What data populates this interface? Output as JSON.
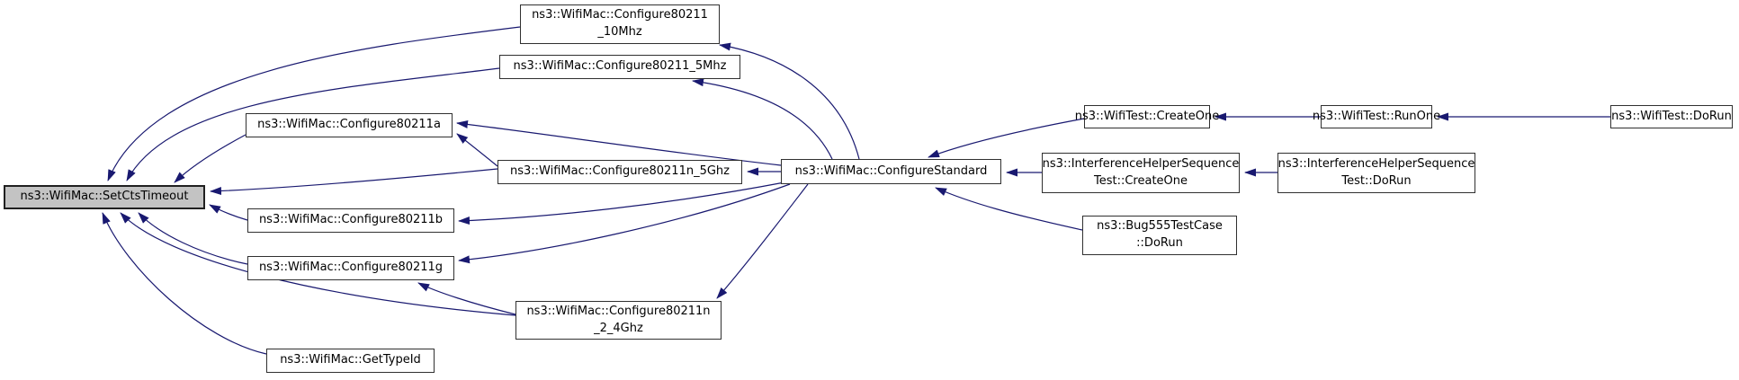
{
  "diagram": {
    "kind": "doxygen-caller-graph",
    "root_function": "ns3::WifiMac::SetCtsTimeout",
    "colors": {
      "edge": "#191970",
      "node_border": "#303030",
      "node_fill": "#ffffff",
      "root_node_fill": "#c3c3c3",
      "background": "#ffffff",
      "text": "#000000"
    }
  },
  "nodes": {
    "set_cts_timeout": {
      "label": "ns3::WifiMac::SetCtsTimeout"
    },
    "configure80211_10mhz": {
      "label": "ns3::WifiMac::Configure80211\n_10Mhz"
    },
    "configure80211_5mhz": {
      "label": "ns3::WifiMac::Configure80211_5Mhz"
    },
    "configure80211a": {
      "label": "ns3::WifiMac::Configure80211a"
    },
    "configure80211n_5ghz": {
      "label": "ns3::WifiMac::Configure80211n_5Ghz"
    },
    "configure80211b": {
      "label": "ns3::WifiMac::Configure80211b"
    },
    "configure80211g": {
      "label": "ns3::WifiMac::Configure80211g"
    },
    "configure80211n_2_4ghz": {
      "label": "ns3::WifiMac::Configure80211n\n_2_4Ghz"
    },
    "get_type_id": {
      "label": "ns3::WifiMac::GetTypeId"
    },
    "configure_standard": {
      "label": "ns3::WifiMac::ConfigureStandard"
    },
    "wifi_test_create_one": {
      "label": "ns3::WifiTest::CreateOne"
    },
    "wifi_test_run_one": {
      "label": "ns3::WifiTest::RunOne"
    },
    "wifi_test_do_run": {
      "label": "ns3::WifiTest::DoRun"
    },
    "interference_create_one": {
      "label": "ns3::InterferenceHelperSequence\nTest::CreateOne"
    },
    "interference_do_run": {
      "label": "ns3::InterferenceHelperSequence\nTest::DoRun"
    },
    "bug555_do_run": {
      "label": "ns3::Bug555TestCase\n::DoRun"
    }
  },
  "edges": [
    {
      "from": "configure80211_10mhz",
      "to": "set_cts_timeout"
    },
    {
      "from": "configure80211_5mhz",
      "to": "set_cts_timeout"
    },
    {
      "from": "configure80211a",
      "to": "set_cts_timeout"
    },
    {
      "from": "configure80211n_5ghz",
      "to": "set_cts_timeout"
    },
    {
      "from": "configure80211b",
      "to": "set_cts_timeout"
    },
    {
      "from": "configure80211g",
      "to": "set_cts_timeout"
    },
    {
      "from": "configure80211n_2_4ghz",
      "to": "set_cts_timeout"
    },
    {
      "from": "get_type_id",
      "to": "set_cts_timeout"
    },
    {
      "from": "configure_standard",
      "to": "configure80211_10mhz"
    },
    {
      "from": "configure_standard",
      "to": "configure80211_5mhz"
    },
    {
      "from": "configure_standard",
      "to": "configure80211a"
    },
    {
      "from": "configure_standard",
      "to": "configure80211n_5ghz"
    },
    {
      "from": "configure_standard",
      "to": "configure80211b"
    },
    {
      "from": "configure_standard",
      "to": "configure80211g"
    },
    {
      "from": "configure_standard",
      "to": "configure80211n_2_4ghz"
    },
    {
      "from": "configure80211n_5ghz",
      "to": "configure80211a"
    },
    {
      "from": "configure80211n_2_4ghz",
      "to": "configure80211g"
    },
    {
      "from": "wifi_test_create_one",
      "to": "configure_standard"
    },
    {
      "from": "interference_create_one",
      "to": "configure_standard"
    },
    {
      "from": "bug555_do_run",
      "to": "configure_standard"
    },
    {
      "from": "wifi_test_run_one",
      "to": "wifi_test_create_one"
    },
    {
      "from": "wifi_test_do_run",
      "to": "wifi_test_run_one"
    },
    {
      "from": "interference_do_run",
      "to": "interference_create_one"
    }
  ]
}
